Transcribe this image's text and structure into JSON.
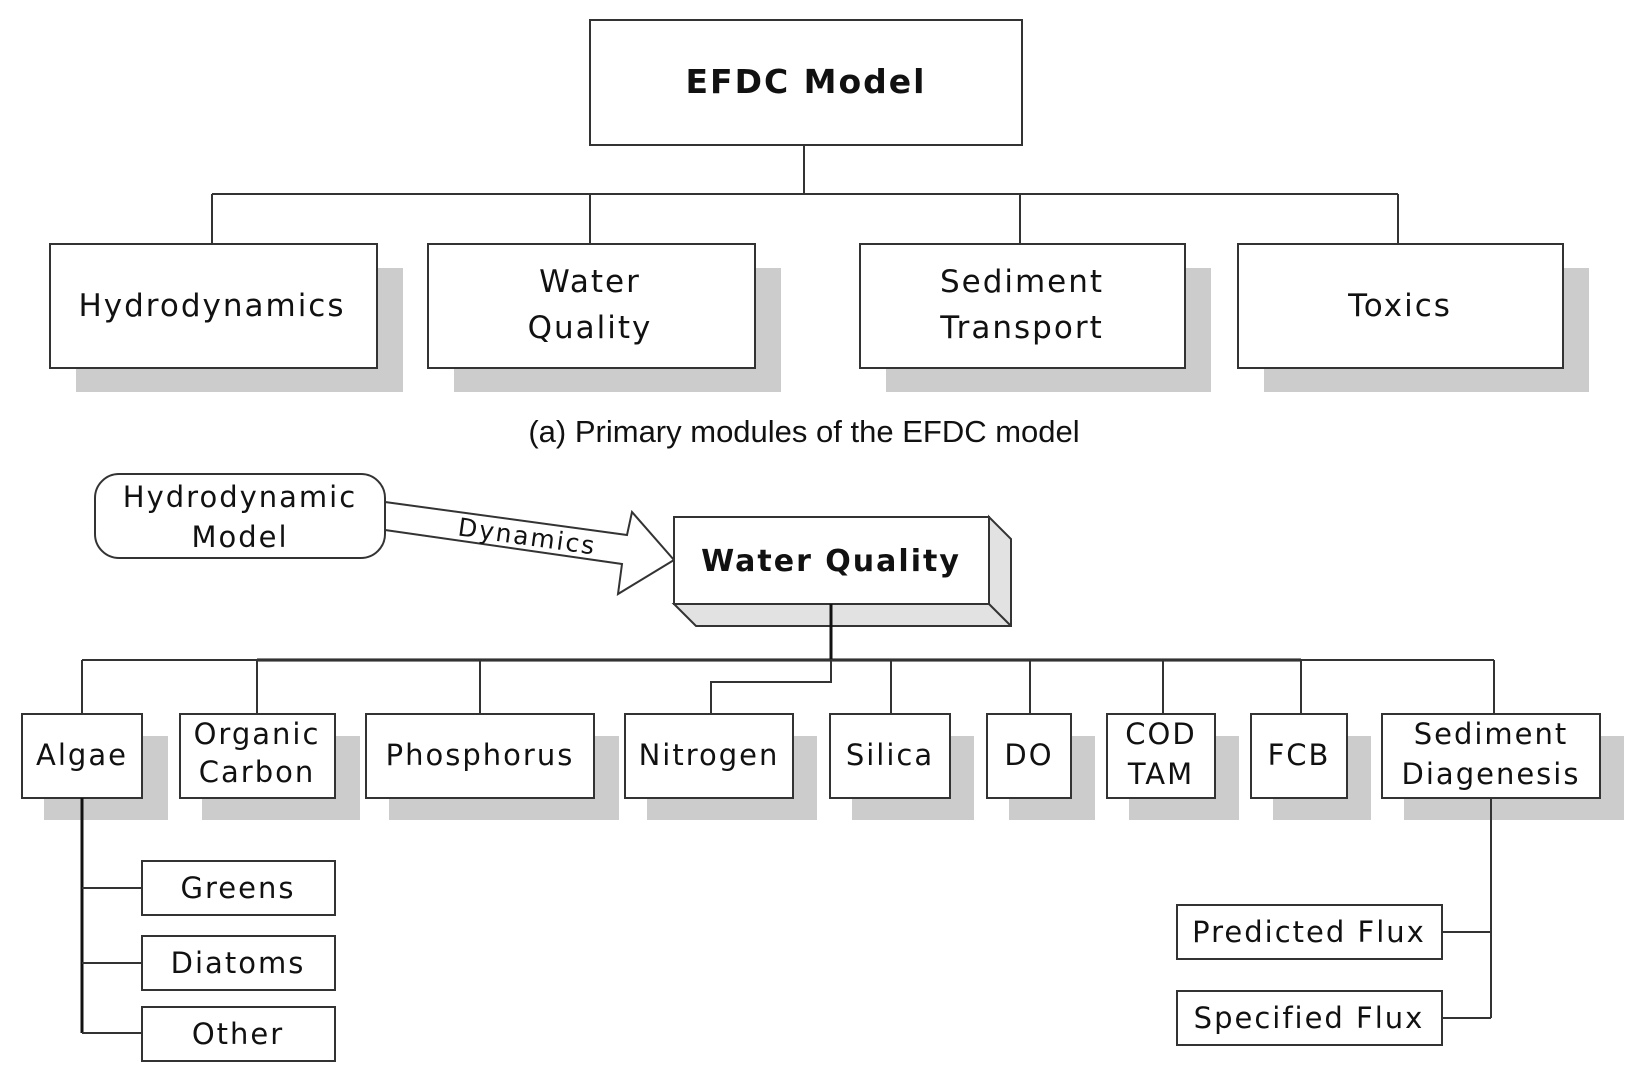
{
  "panel_a": {
    "root": "EFDC Model",
    "modules": [
      {
        "lines": [
          "Hydrodynamics"
        ]
      },
      {
        "lines": [
          "Water",
          "Quality"
        ]
      },
      {
        "lines": [
          "Sediment",
          "Transport"
        ]
      },
      {
        "lines": [
          "Toxics"
        ]
      }
    ],
    "caption": "(a) Primary modules of the EFDC model"
  },
  "panel_b": {
    "source_lines": [
      "Hydrodynamic",
      "Model"
    ],
    "arrow_label": "Dynamics",
    "center": "Water Quality",
    "components": [
      {
        "lines": [
          "Algae"
        ]
      },
      {
        "lines": [
          "Organic",
          "Carbon"
        ]
      },
      {
        "lines": [
          "Phosphorus"
        ]
      },
      {
        "lines": [
          "Nitrogen"
        ]
      },
      {
        "lines": [
          "Silica"
        ]
      },
      {
        "lines": [
          "DO"
        ]
      },
      {
        "lines": [
          "COD",
          "TAM"
        ]
      },
      {
        "lines": [
          "FCB"
        ]
      },
      {
        "lines": [
          "Sediment",
          "Diagenesis"
        ]
      }
    ],
    "algae_types": [
      "Greens",
      "Diatoms",
      "Other"
    ],
    "flux_types": [
      "Predicted Flux",
      "Specified Flux"
    ]
  },
  "colors": {
    "line": "#333333",
    "shadow": "#cccccc",
    "box_fill": "#ffffff",
    "text": "#111111"
  }
}
